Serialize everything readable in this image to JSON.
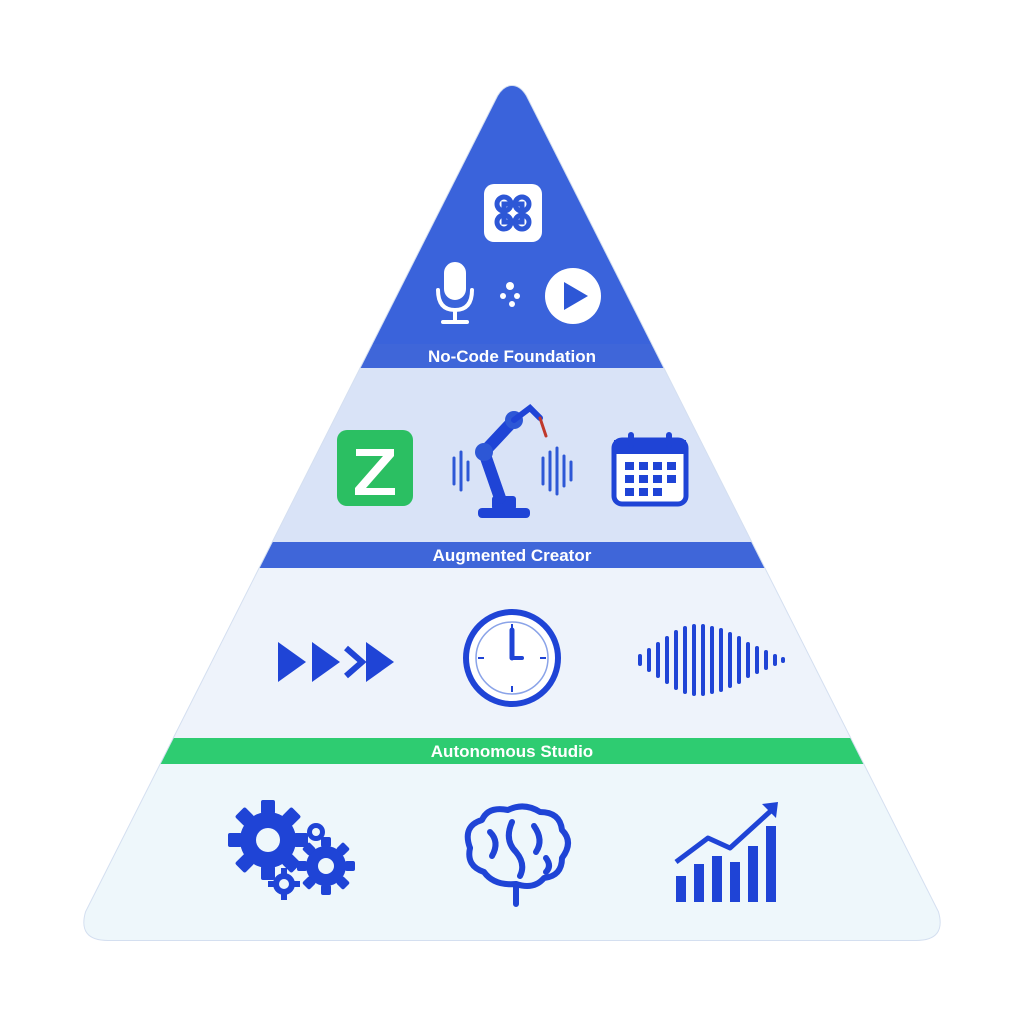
{
  "pyramid": {
    "tiers": [
      {
        "label": "No-Code Foundation",
        "icons": [
          "command-app-icon",
          "microphone-icon",
          "sparkle-icon",
          "play-circle-icon"
        ]
      },
      {
        "label": "Augmented Creator",
        "icons": [
          "z-app-icon",
          "robot-arm-icon",
          "calendar-icon"
        ]
      },
      {
        "label": "Autonomous Studio",
        "icons": [
          "fast-forward-icon",
          "clock-icon",
          "sound-wave-icon"
        ]
      },
      {
        "label": "",
        "icons": [
          "gears-icon",
          "brain-icon",
          "growth-chart-icon"
        ]
      }
    ]
  },
  "colors": {
    "apex_blue": "#3a63db",
    "label_band_blue": "#3f66d9",
    "tier2_fill": "#d9e3f7",
    "tier3_fill": "#eef3fb",
    "tier4_fill": "#eef7fb",
    "label_band_green": "#2ecc71",
    "icon_blue": "#1f44d6",
    "z_green": "#2bbf62"
  }
}
